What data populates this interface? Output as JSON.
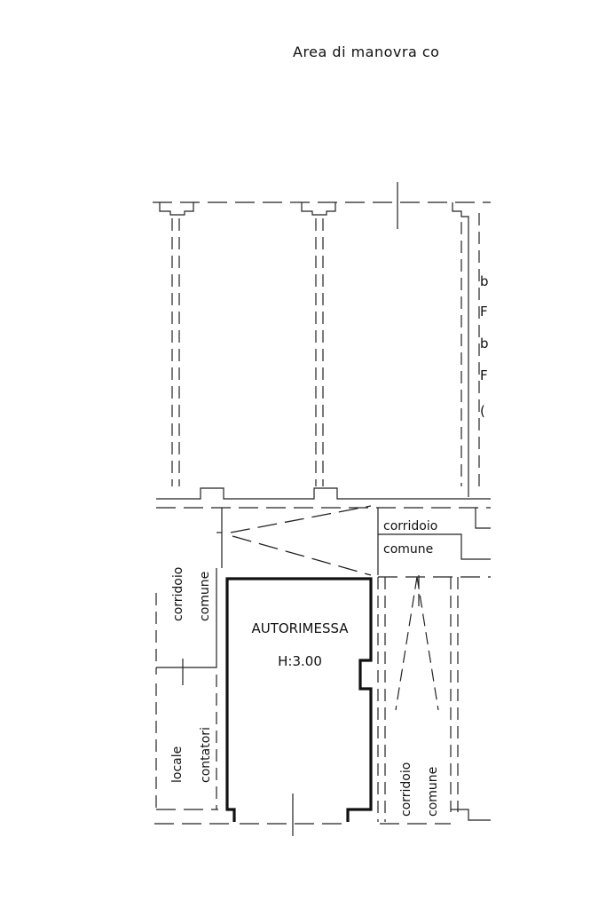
{
  "labels": {
    "area": "Area di manovra co",
    "corridoio_top_1": "corridoio",
    "corridoio_top_2": "comune",
    "corridoio_left_1": "corridoio",
    "corridoio_left_2": "comune",
    "locale_1": "locale",
    "locale_2": "contatori",
    "garage_1": "AUTORIMESSA",
    "garage_2": "H:3.00",
    "corridoio_right_1": "corridoio",
    "corridoio_right_2": "comune"
  },
  "colors": {
    "line": "#222222",
    "background": "#ffffff"
  }
}
